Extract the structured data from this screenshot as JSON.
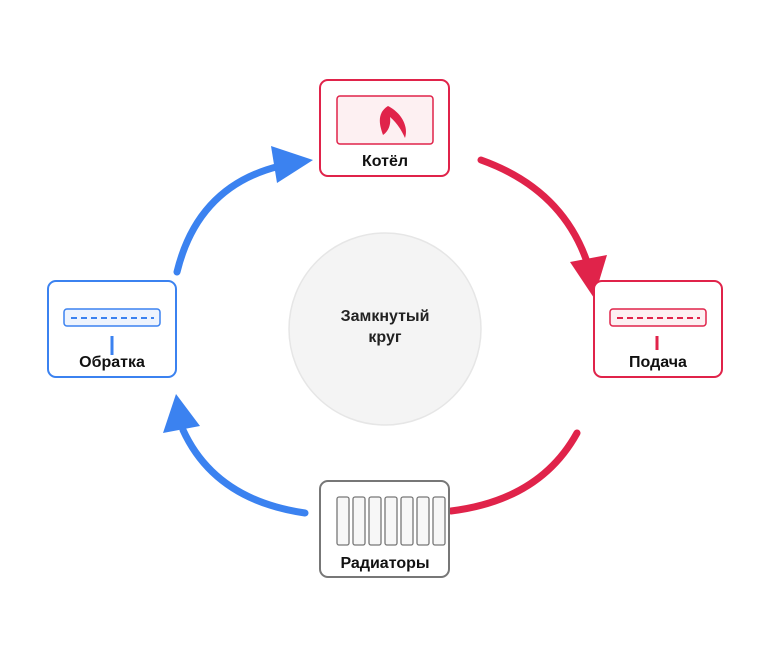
{
  "colors": {
    "hot": "#e0234a",
    "cold": "#3b82f0",
    "neutral": "#777777",
    "center_fill": "#f4f4f4",
    "center_stroke": "#e6e6e6"
  },
  "center": {
    "line1": "Замкнутый",
    "line2": "круг"
  },
  "nodes": {
    "boiler": {
      "label": "Котёл",
      "icon": "flame-icon"
    },
    "supply": {
      "label": "Подача",
      "icon": "pipe-icon"
    },
    "radiators": {
      "label": "Радиаторы",
      "icon": "radiator-icon"
    },
    "return": {
      "label": "Обратка",
      "icon": "pipe-icon"
    }
  }
}
